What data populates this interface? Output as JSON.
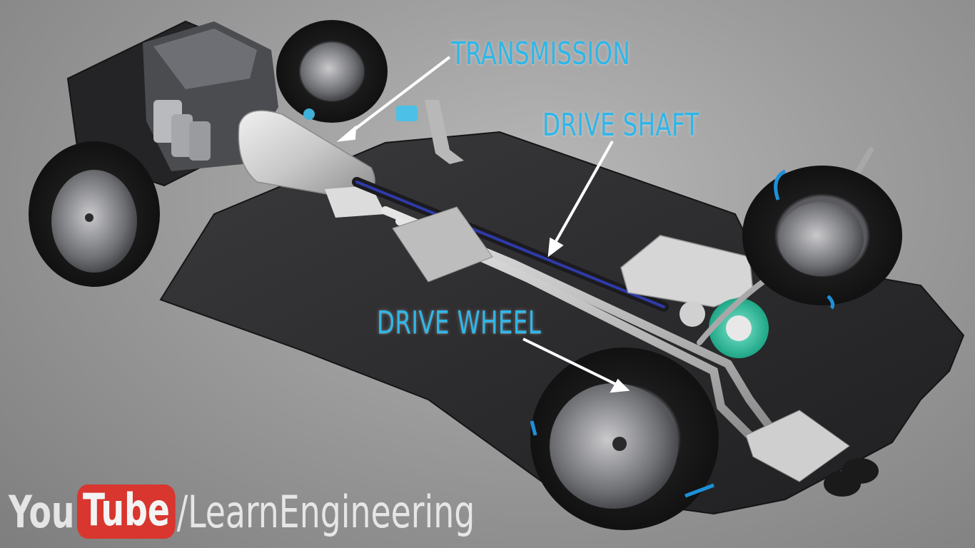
{
  "labels": {
    "transmission": "TRANSMISSION",
    "drive_shaft": "DRIVE SHAFT",
    "drive_wheel": "DRIVE WHEEL"
  },
  "watermark": {
    "you": "You",
    "tube": "Tube",
    "channel": "/LearnEngineering"
  },
  "colors": {
    "accent": "#2fb6e8",
    "youtube_red": "#d8362e",
    "chassis": "#2b2b2d",
    "highlight_green": "#2ec4a5"
  }
}
